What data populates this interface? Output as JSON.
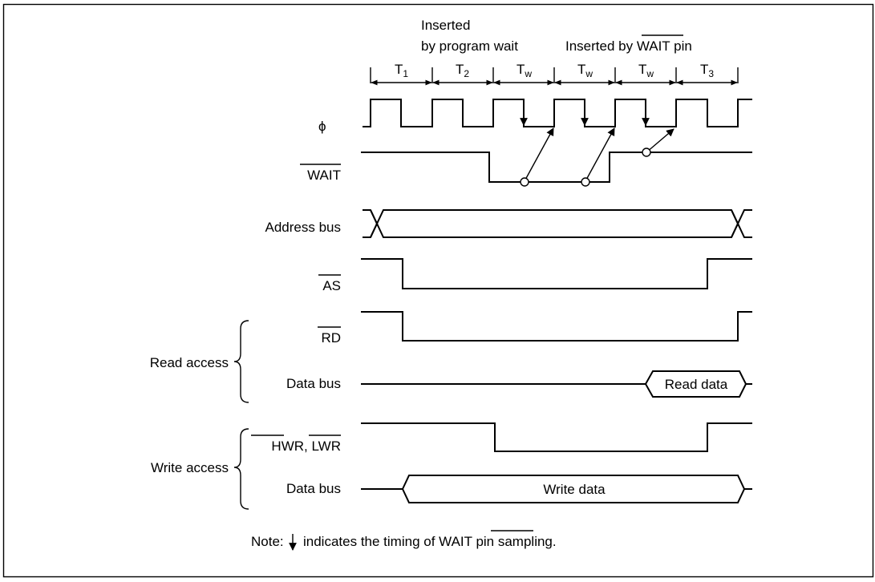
{
  "annotations": {
    "program_wait_line1": "Inserted",
    "program_wait_line2": "by program wait",
    "wait_pin_prefix": "Inserted by ",
    "wait_pin_signal": "WAIT",
    "wait_pin_suffix": " pin"
  },
  "states": [
    {
      "base": "T",
      "sub": "1"
    },
    {
      "base": "T",
      "sub": "2"
    },
    {
      "base": "T",
      "sub": "w"
    },
    {
      "base": "T",
      "sub": "w"
    },
    {
      "base": "T",
      "sub": "w"
    },
    {
      "base": "T",
      "sub": "3"
    }
  ],
  "signals": {
    "phi": "ϕ",
    "wait": "WAIT",
    "address_bus": "Address bus",
    "as": "AS",
    "rd": "RD",
    "read_data_bus": "Data bus",
    "hwr": "HWR",
    "lwr": "LWR",
    "write_data_bus": "Data bus"
  },
  "groups": {
    "read": "Read access",
    "write": "Write access"
  },
  "bus_values": {
    "read_data": "Read data",
    "write_data": "Write data"
  },
  "note": {
    "prefix": "Note:",
    "text1": "indicates the timing of ",
    "signal": "WAIT",
    "text2": " pin sampling."
  }
}
